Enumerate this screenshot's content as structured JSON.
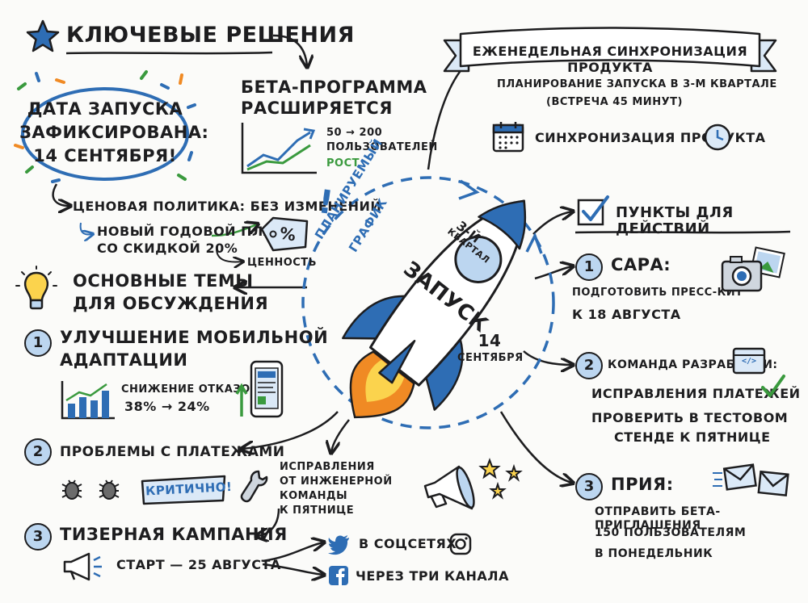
{
  "key_decisions": {
    "title": "Ключевые решения",
    "launch_line1": "Дата запуска",
    "launch_line2": "зафиксирована:",
    "launch_line3": "14 сентября!",
    "beta_title1": "Бета-программа",
    "beta_title2": "расширяется",
    "beta_stat1": "50 → 200",
    "beta_stat2": "пользователей",
    "beta_growth": "рост",
    "pricing": "Ценовая политика: без изменений",
    "new_plan1": "новый годовой план",
    "new_plan2": "со скидкой 20%",
    "value": "ценность",
    "tag_text": "%"
  },
  "sync": {
    "banner": "Еженедельная синхронизация продукта",
    "planning1": "Планирование запуска в 3-м квартале",
    "planning2": "(встреча 45 минут)",
    "meeting": "Синхронизация продукта"
  },
  "center": {
    "arc_label1": "Планируемый",
    "arc_label2": "график",
    "quarter1": "3-й",
    "quarter2": "квартал",
    "launch": "Запуск",
    "date1": "14",
    "date2": "сентября"
  },
  "topics": {
    "title1": "Основные темы",
    "title2": "для обсуждения",
    "items": [
      {
        "num": "1",
        "line1": "Улучшение мобильной",
        "line2": "адаптации"
      },
      {
        "num": "2",
        "line1": "Проблемы с платежами"
      },
      {
        "num": "3",
        "line1": "Тизерная кампания"
      }
    ],
    "bounce_label": "Снижение отказов:",
    "bounce_values": "38% → 24%",
    "critical": "Критично!",
    "fixes1": "Исправления",
    "fixes2": "от инженерной",
    "fixes3": "команды",
    "fixes4": "к пятнице",
    "start": "Старт — 25 августа",
    "social": "в соцсетях",
    "channels": "через три канала"
  },
  "actions": {
    "title": "Пункты для действий",
    "items": [
      {
        "num": "1",
        "owner": "Сара:",
        "line1": "подготовить пресс-кит",
        "line2": "к 18 августа"
      },
      {
        "num": "2",
        "owner": "Команда разработки:",
        "line1": "исправления платежей",
        "line2": "проверить в тестовом",
        "line3": "стенде к пятнице"
      },
      {
        "num": "3",
        "owner": "Прия:",
        "line1": "отправить бета-приглашения",
        "line2": "150 пользователям",
        "line3": "в понедельник"
      }
    ],
    "code_icon": "</>"
  },
  "colors": {
    "accent": "#2e6db4",
    "light_blue": "#bcd6f0",
    "green": "#3a9a3e",
    "flame": "#f08a24",
    "ink": "#1d1d1f"
  }
}
